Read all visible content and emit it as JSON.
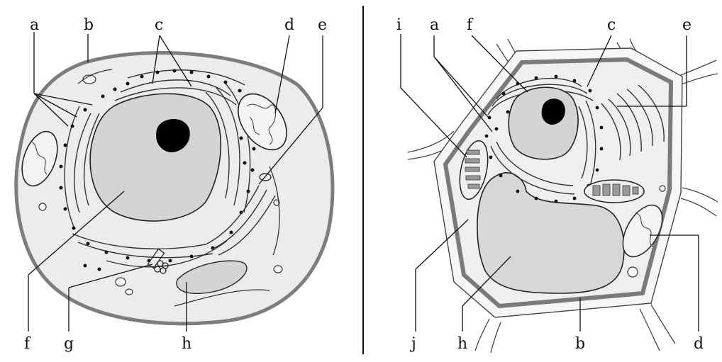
{
  "animal_cell": {
    "labels": {
      "a": "a",
      "b": "b",
      "c": "c",
      "d": "d",
      "e": "e",
      "f": "f",
      "g": "g",
      "h": "h"
    }
  },
  "plant_cell": {
    "labels": {
      "i": "i",
      "a": "a",
      "f": "f",
      "c": "c",
      "e": "e",
      "j": "j",
      "h": "h",
      "b": "b",
      "d": "d"
    }
  },
  "colors": {
    "cytoplasm": "#ececec",
    "nucleus": "#d4d4d4",
    "vacuole": "#d7d7d7",
    "wall": "#7a7a7a",
    "ink": "#111111"
  }
}
